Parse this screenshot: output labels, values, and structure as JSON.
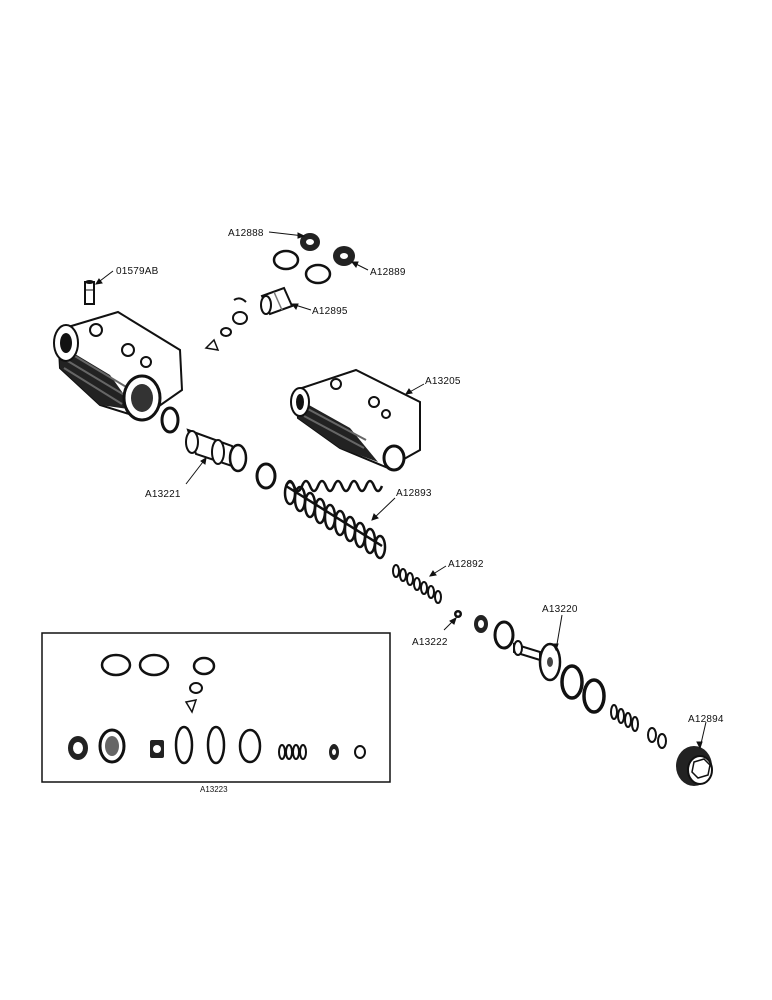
{
  "parts": {
    "p01579AB": "01579AB",
    "p12888": "A12888",
    "p12889": "A12889",
    "p12895": "A12895",
    "p13205": "A13205",
    "p13221": "A13221",
    "p12893": "A12893",
    "p12892": "A12892",
    "p13222": "A13222",
    "p13220": "A13220",
    "p12894": "A12894"
  },
  "kit": {
    "label": "A13223"
  }
}
